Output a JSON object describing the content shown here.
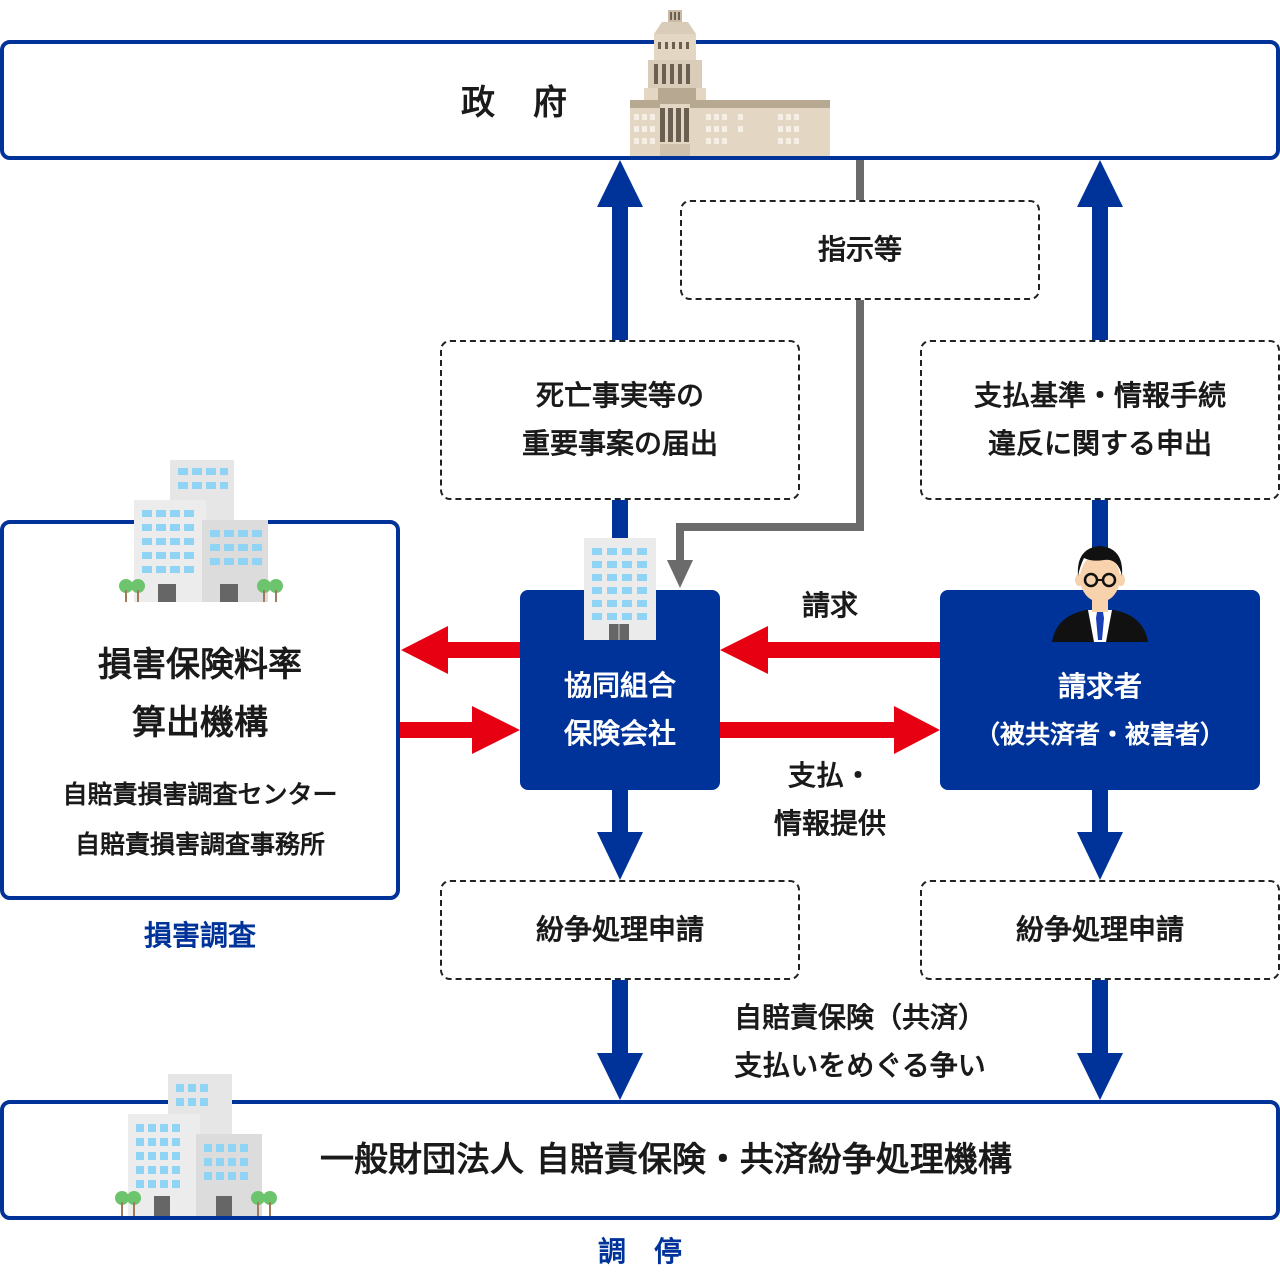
{
  "colors": {
    "primary_blue": "#003399",
    "arrow_red": "#e60012",
    "arrow_gray": "#666666",
    "text_dark": "#1a1a1a"
  },
  "government": {
    "label": "政　府",
    "icon": "diet-building-icon"
  },
  "instruction_box": {
    "label": "指示等"
  },
  "report_box": {
    "lines": [
      "死亡事実等の",
      "重要事案の届出"
    ]
  },
  "complaint_box": {
    "lines": [
      "支払基準・情報手続",
      "違反に関する申出"
    ]
  },
  "survey_org": {
    "title_lines": [
      "損害保険料率",
      "算出機構"
    ],
    "sub_lines": [
      "自賠責損害調査センター",
      "自賠責損害調査事務所"
    ],
    "caption": "損害調査",
    "icon": "office-buildings-icon"
  },
  "insurer": {
    "lines": [
      "協同組合",
      "保険会社"
    ],
    "icon": "office-building-icon"
  },
  "claimant": {
    "title": "請求者",
    "subtitle": "（被共済者・被害者）",
    "icon": "businessman-icon"
  },
  "flows": {
    "claim_label": "請求",
    "payment_label_lines": [
      "支払・",
      "情報提供"
    ]
  },
  "dispute_boxes": [
    {
      "label": "紛争処理申請"
    },
    {
      "label": "紛争処理申請"
    }
  ],
  "dispute_note": {
    "lines": [
      "自賠責保険（共済）",
      "支払いをめぐる争い"
    ]
  },
  "mediation_org": {
    "label": "一般財団法人 自賠責保険・共済紛争処理機構",
    "caption": "調　停",
    "icon": "office-buildings-icon"
  }
}
